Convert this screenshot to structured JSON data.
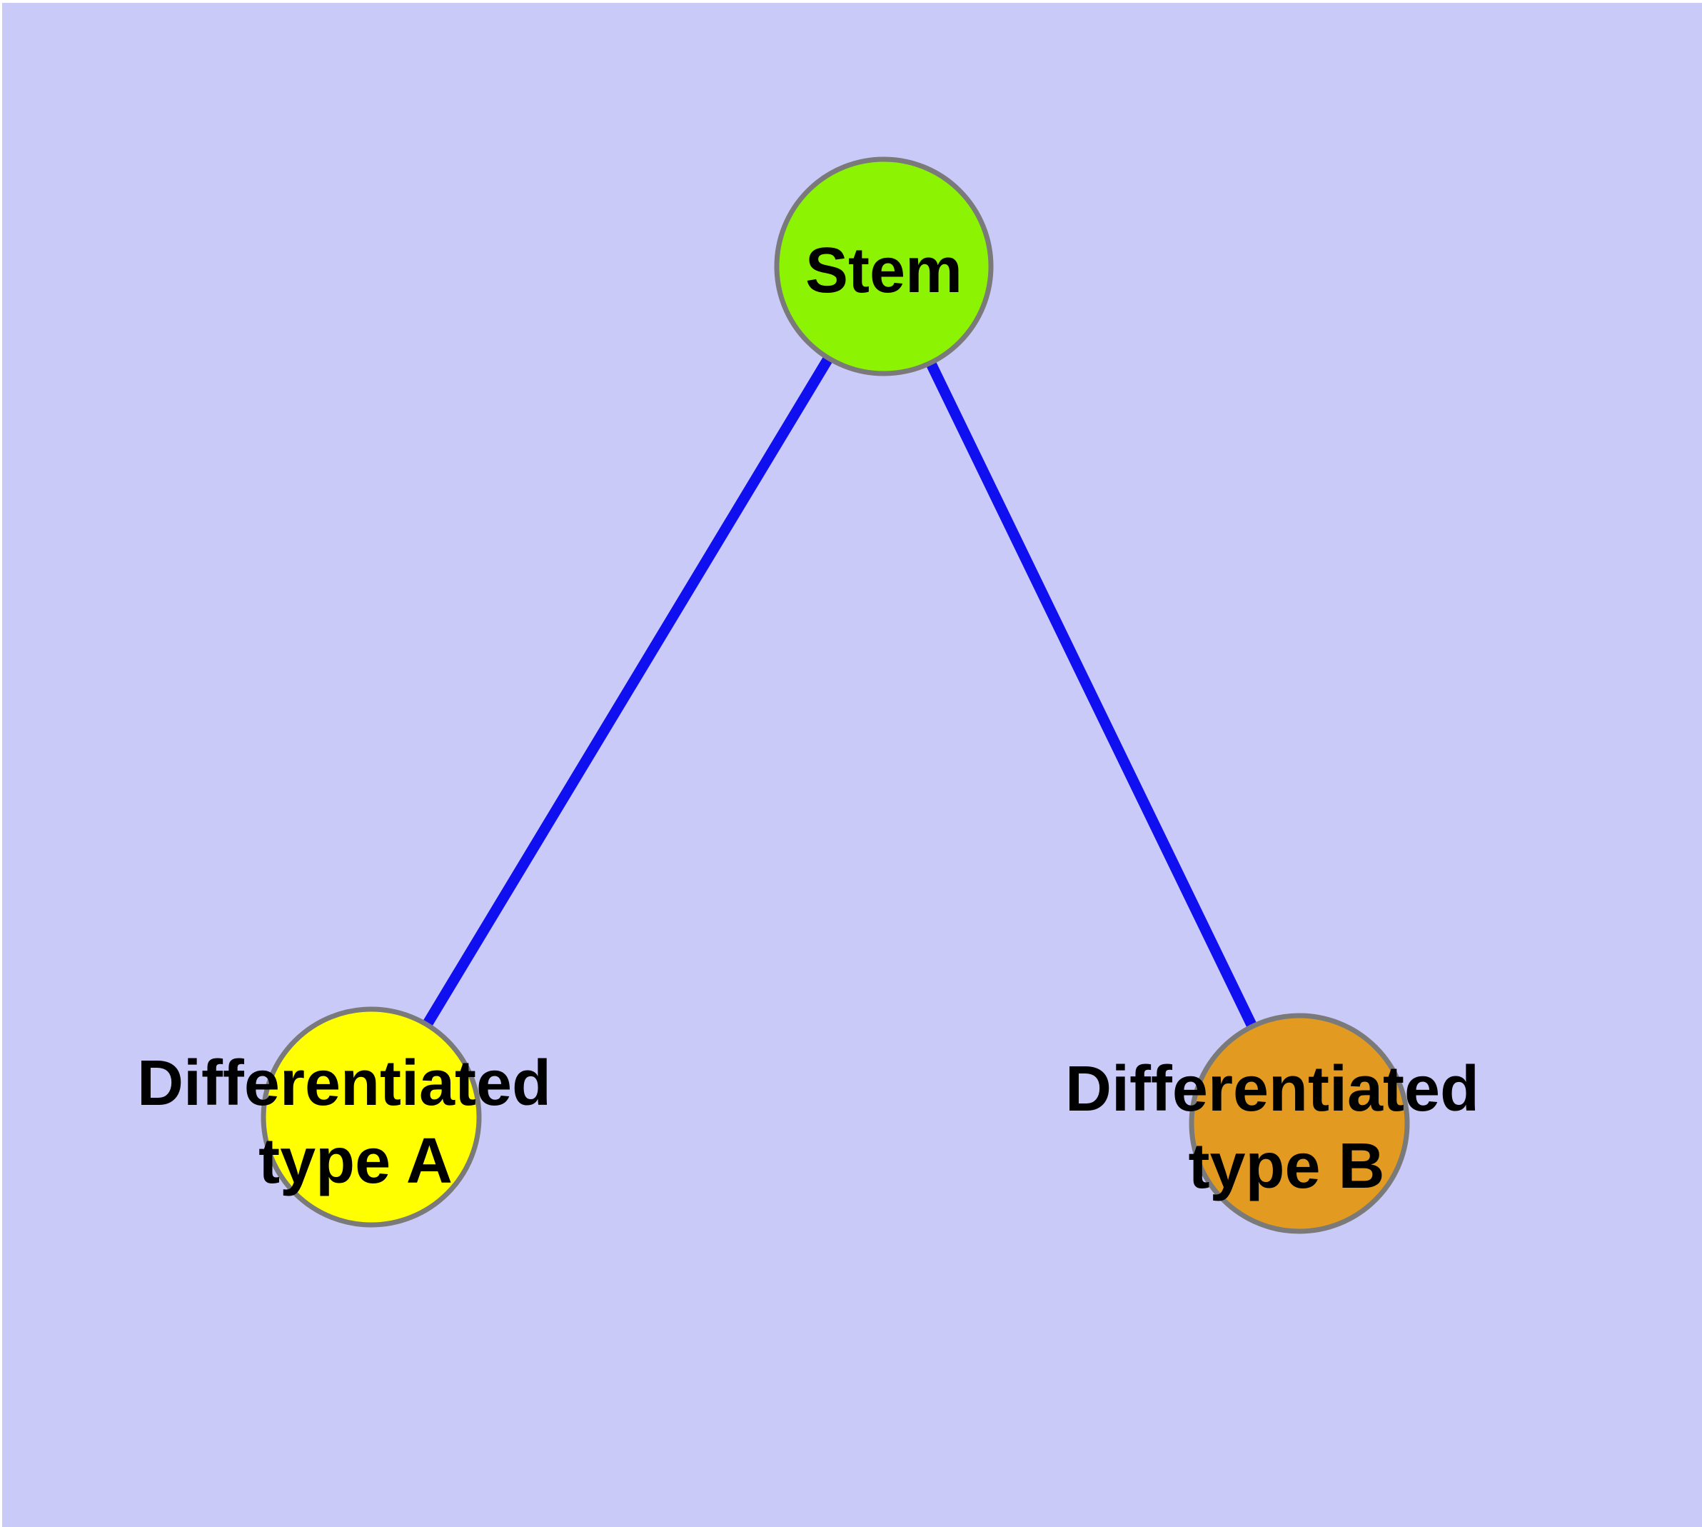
{
  "diagram": {
    "type": "node-link-graph",
    "background_color": "#cacaf8",
    "edge_color": "#0f0ff0",
    "node_border_color": "#7a7a7a",
    "label_color": "#000000",
    "nodes": [
      {
        "id": "stem",
        "label": "Stem",
        "label_lines": [
          "Stem"
        ],
        "color": "#8cf402",
        "position": "top-center"
      },
      {
        "id": "differentiated-type-a",
        "label": "Differentiated type A",
        "label_lines": [
          "Differentiated",
          "type A"
        ],
        "color": "#ffff00",
        "position": "bottom-left"
      },
      {
        "id": "differentiated-type-b",
        "label": "Differentiated type B",
        "label_lines": [
          "Differentiated",
          "type B"
        ],
        "color": "#e29b20",
        "position": "bottom-right"
      }
    ],
    "edges": [
      {
        "from": "Stem",
        "to": "Differentiated type A"
      },
      {
        "from": "Stem",
        "to": "Differentiated type B"
      }
    ]
  }
}
